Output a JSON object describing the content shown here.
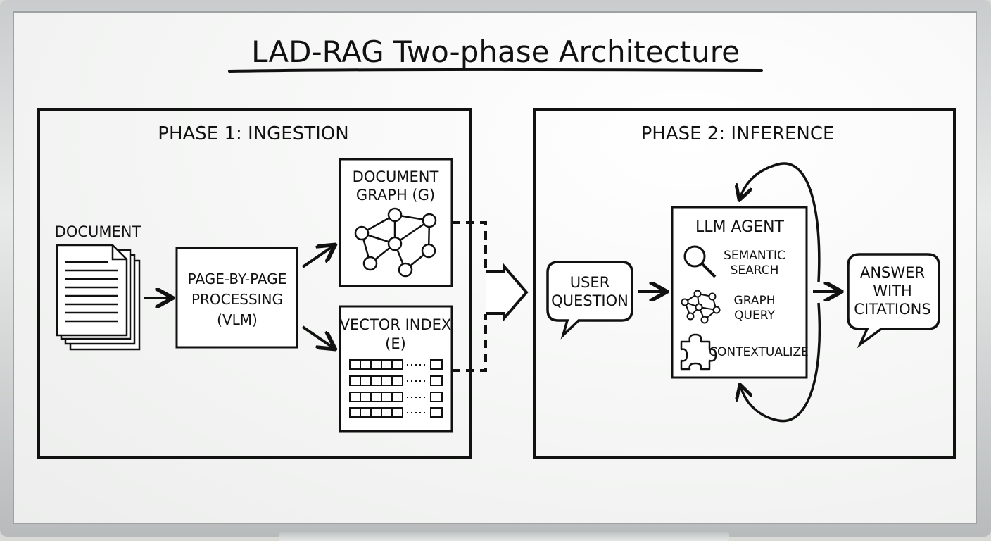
{
  "title": "LAD-RAG Two-phase Architecture",
  "phase1": {
    "heading": "PHASE 1: INGESTION",
    "document_label": "DOCUMENT",
    "processing_label": [
      "PAGE-BY-PAGE",
      "PROCESSING",
      "(VLM)"
    ],
    "graph_label": [
      "DOCUMENT",
      "GRAPH (G)"
    ],
    "vector_label": [
      "VECTOR INDEX",
      "(E)"
    ]
  },
  "phase2": {
    "heading": "PHASE 2: INFERENCE",
    "question_label": [
      "USER",
      "QUESTION"
    ],
    "agent_label": "LLM AGENT",
    "tools": [
      {
        "icon": "magnifier-icon",
        "label": [
          "SEMANTIC",
          "SEARCH"
        ]
      },
      {
        "icon": "graph-icon",
        "label": [
          "GRAPH",
          "QUERY"
        ]
      },
      {
        "icon": "puzzle-icon",
        "label": [
          "CONTEXTUALIZE"
        ]
      }
    ],
    "answer_label": [
      "ANSWER",
      "WITH",
      "CITATIONS"
    ]
  }
}
